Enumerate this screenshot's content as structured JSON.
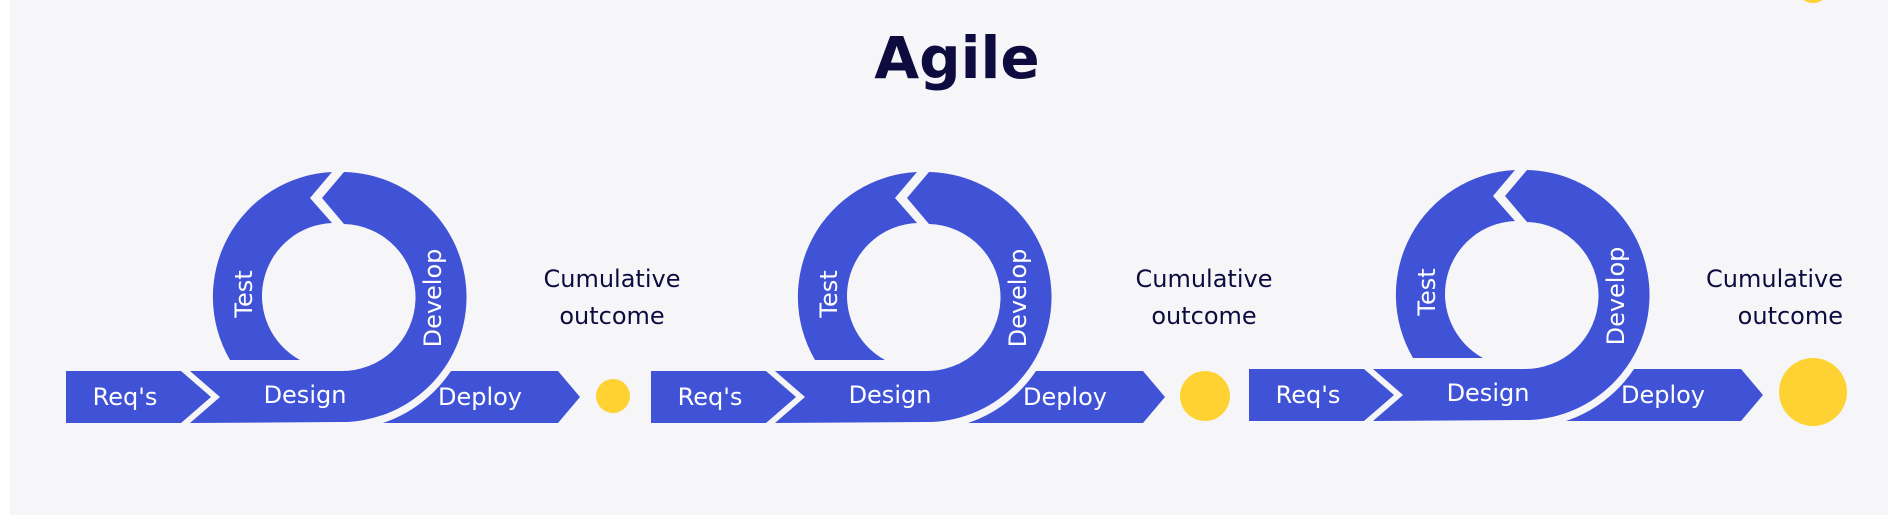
{
  "title": "Agile",
  "colors": {
    "blue": "#4053d6",
    "yellow": "#fdd232",
    "text": "#0e0c3e",
    "background": "#f6f6f9"
  },
  "units": [
    {
      "reqs": "Req's",
      "design": "Design",
      "test": "Test",
      "develop": "Develop",
      "deploy": "Deploy",
      "outcome_line1": "Cumulative",
      "outcome_line2": "outcome"
    },
    {
      "reqs": "Req's",
      "design": "Design",
      "test": "Test",
      "develop": "Develop",
      "deploy": "Deploy",
      "outcome_line1": "Cumulative",
      "outcome_line2": "outcome"
    },
    {
      "reqs": "Req's",
      "design": "Design",
      "test": "Test",
      "develop": "Develop",
      "deploy": "Deploy",
      "outcome_line1": "Cumulative",
      "outcome_line2": "outcome"
    }
  ]
}
